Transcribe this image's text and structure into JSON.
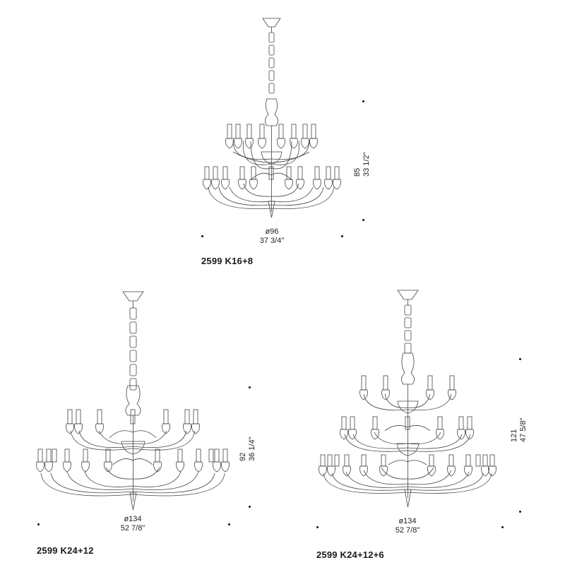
{
  "products": [
    {
      "code": "2599 K16+8",
      "diameter": {
        "metric": "ø96",
        "imperial": "37 3/4\""
      },
      "height": {
        "metric": "85",
        "imperial": "33 1/2\""
      }
    },
    {
      "code": "2599 K24+12",
      "diameter": {
        "metric": "ø134",
        "imperial": "52 7/8\""
      },
      "height": {
        "metric": "92",
        "imperial": "36 1/4\""
      }
    },
    {
      "code": "2599 K24+12+6",
      "diameter": {
        "metric": "ø134",
        "imperial": "52 7/8\""
      },
      "height": {
        "metric": "121",
        "imperial": "47 5/8\""
      }
    }
  ]
}
